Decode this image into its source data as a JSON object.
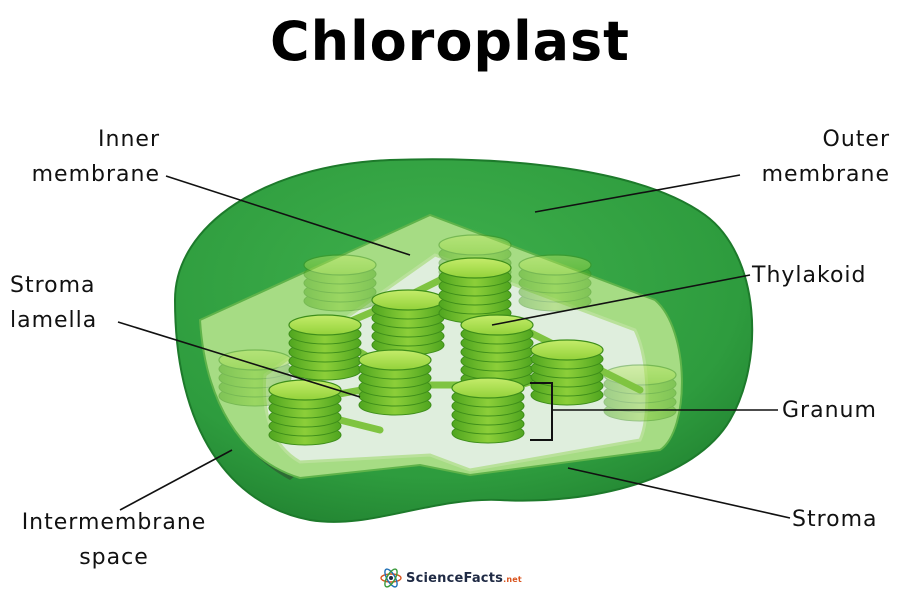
{
  "title": "Chloroplast",
  "labels": {
    "inner_membrane": [
      "Inner",
      "membrane"
    ],
    "outer_membrane": [
      "Outer",
      "membrane"
    ],
    "stroma_lamella": [
      "Stroma",
      "lamella"
    ],
    "thylakoid": "Thylakoid",
    "granum": "Granum",
    "intermembrane_space": [
      "Intermembrane",
      "space"
    ],
    "stroma": "Stroma"
  },
  "logo": {
    "name": "ScienceFacts",
    "suffix": ".net"
  },
  "colors": {
    "outer_membrane": "#2e9c3e",
    "inner_membrane": "#8fd37a",
    "stroma": "#dfeedd",
    "thylakoid": "#7cc728"
  }
}
